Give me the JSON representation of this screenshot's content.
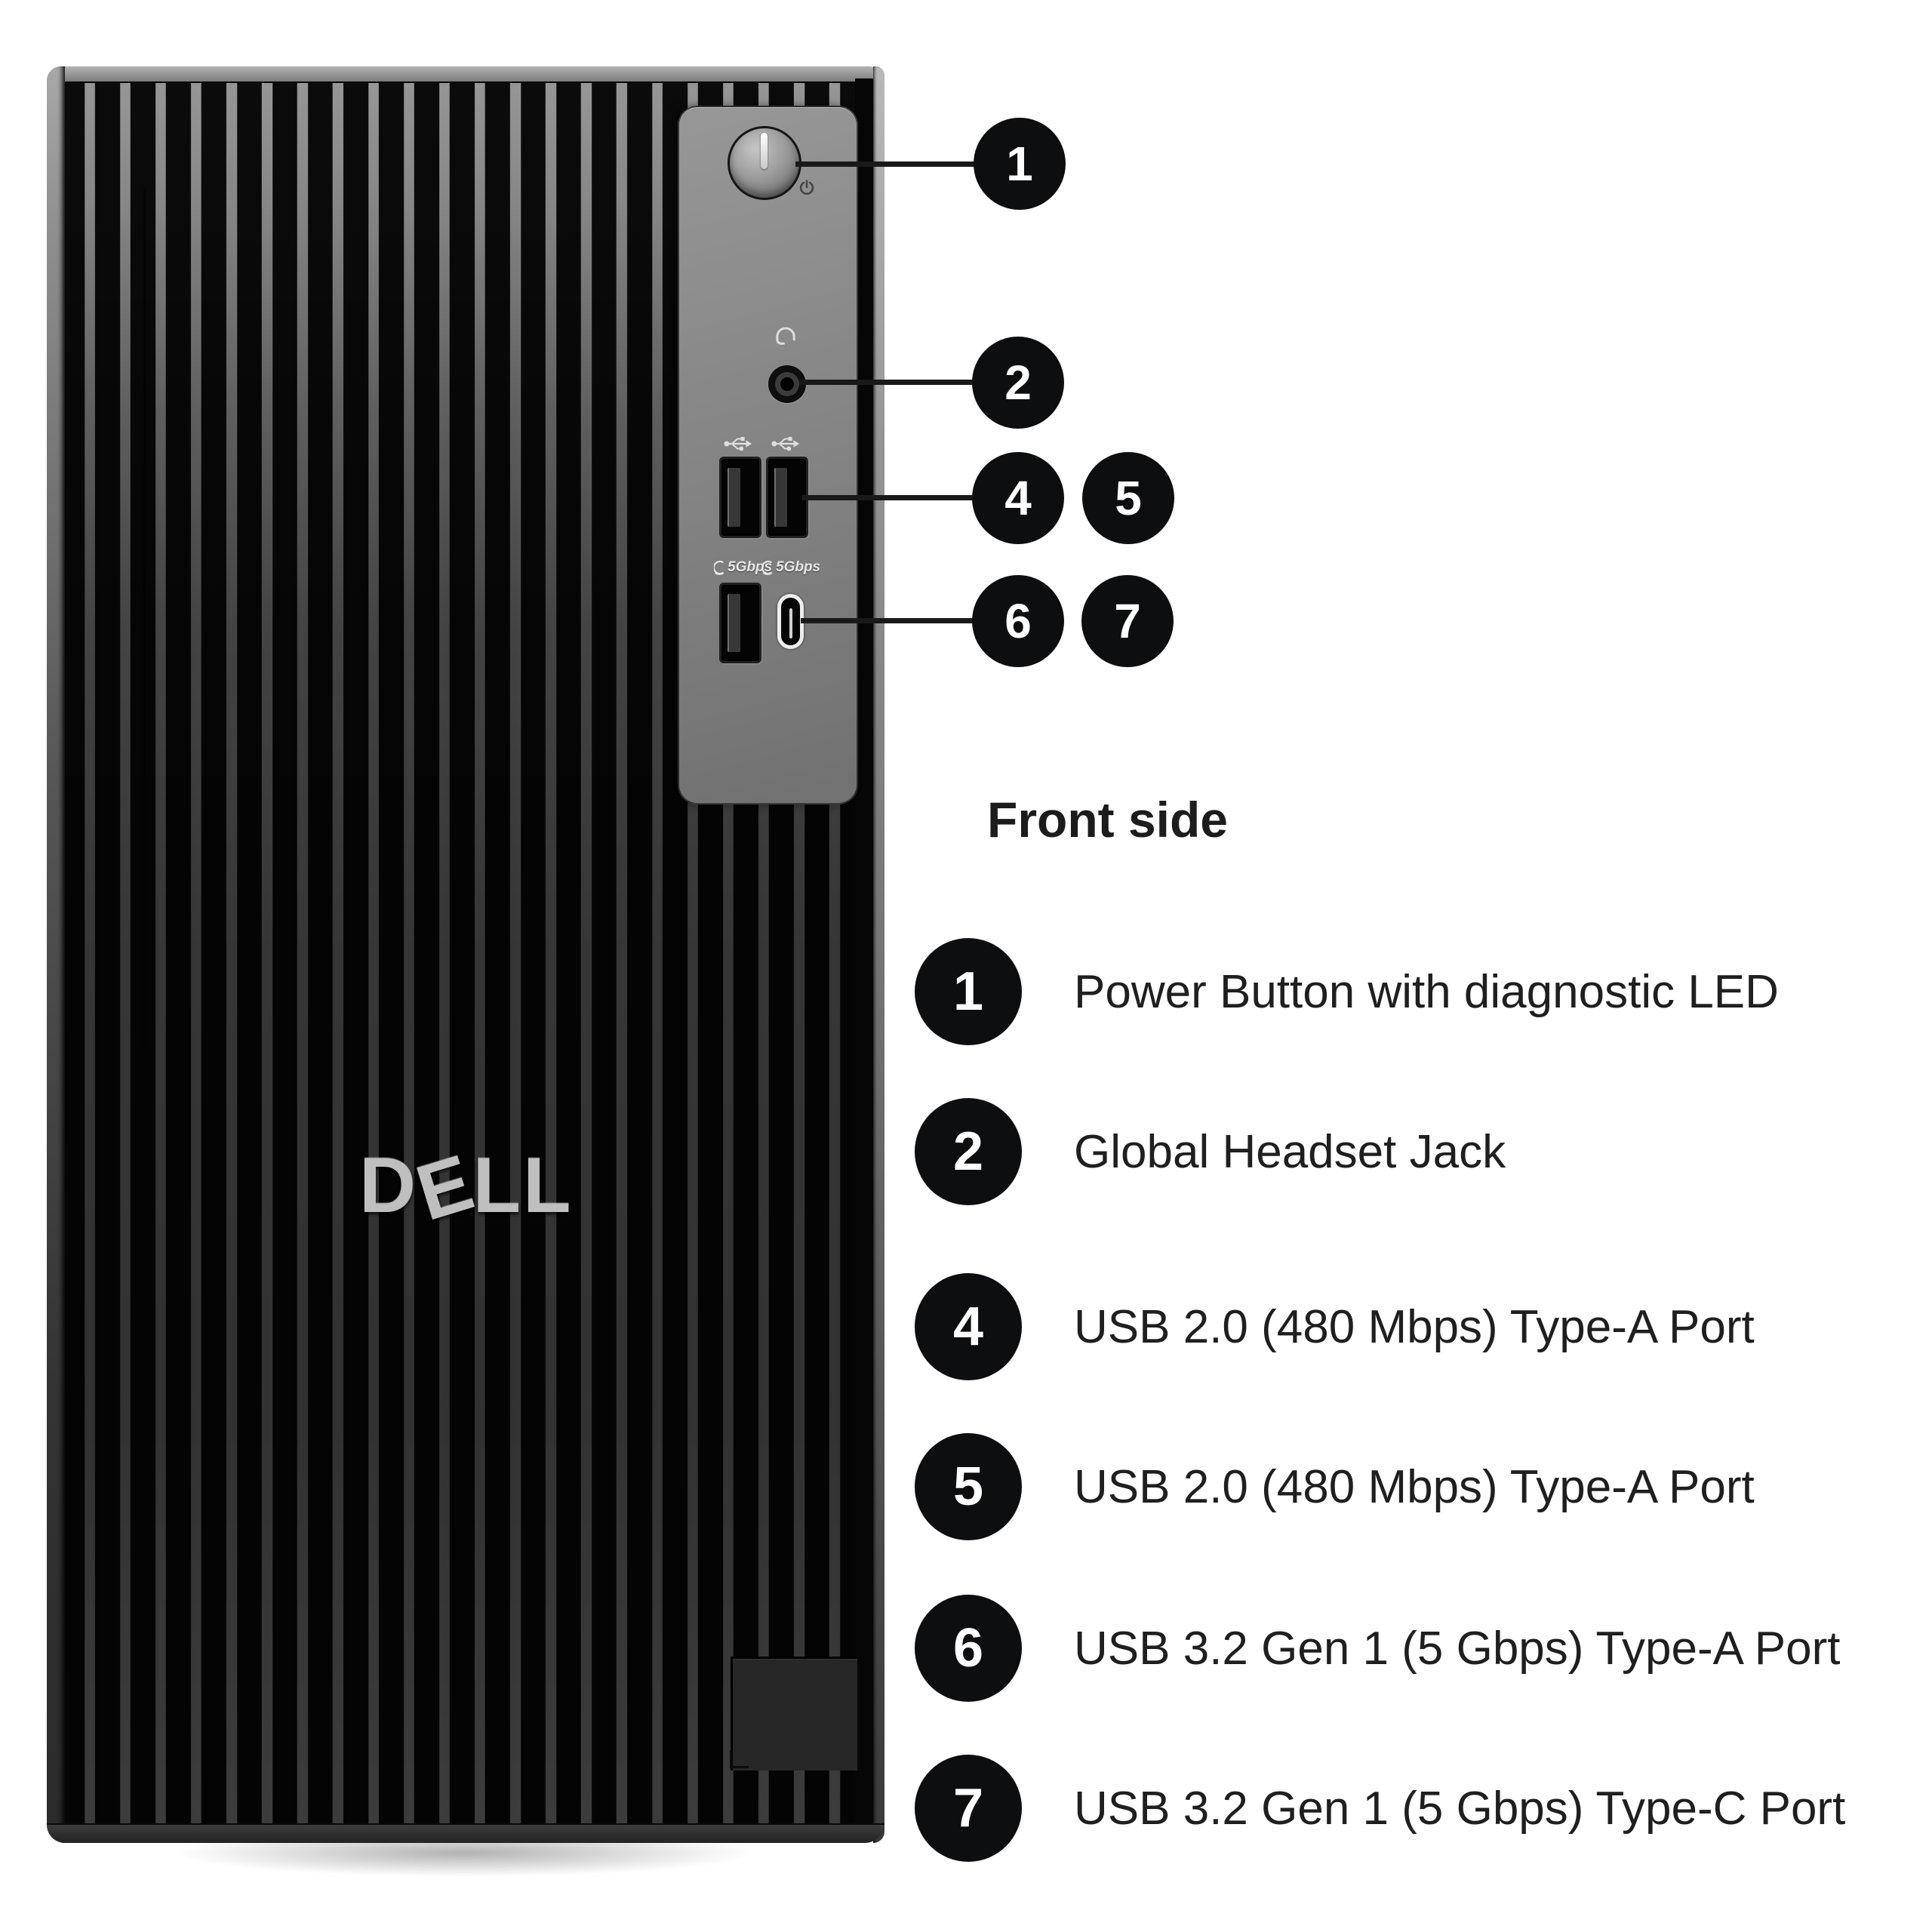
{
  "legend": {
    "heading": "Front side",
    "rows": [
      {
        "n": "1",
        "label": "Power Button with diagnostic LED"
      },
      {
        "n": "2",
        "label": "Global Headset Jack"
      },
      {
        "n": "4",
        "label": "USB 2.0 (480 Mbps) Type-A Port"
      },
      {
        "n": "5",
        "label": "USB 2.0 (480 Mbps) Type-A Port"
      },
      {
        "n": "6",
        "label": "USB 3.2 Gen 1 (5 Gbps) Type-A Port"
      },
      {
        "n": "7",
        "label": "USB 3.2 Gen 1 (5 Gbps) Type-C Port"
      }
    ]
  },
  "device": {
    "brand_letters": [
      "D",
      "E",
      "L",
      "L"
    ],
    "usb_speed_badge": "5Gbps",
    "icons": {
      "power": "power-icon",
      "headset": "headset-icon",
      "usb": "usb-icon"
    },
    "colors": {
      "callout_black": "#0d0e0f",
      "panel_gray": "#8b8b8b",
      "rib_gray": "#969696",
      "body_black": "#0c0c0c"
    }
  }
}
